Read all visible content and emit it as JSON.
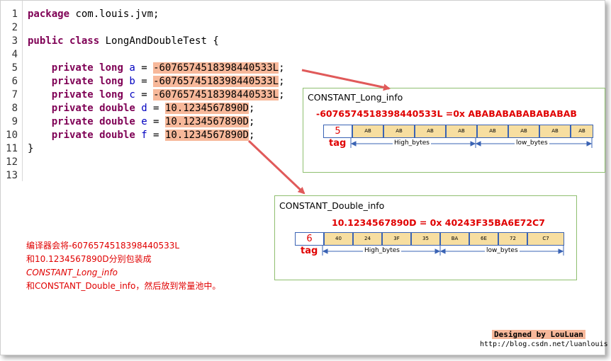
{
  "code": {
    "line_numbers": [
      "1",
      "2",
      "3",
      "4",
      "5",
      "6",
      "7",
      "8",
      "9",
      "10",
      "11",
      "12",
      "13"
    ],
    "l1_kw": "package",
    "l1_rest": " com.louis.jvm;",
    "l3_kw1": "public",
    "l3_kw2": "class",
    "l3_rest": " LongAndDoubleTest {",
    "private": "private",
    "long": "long",
    "double": "double",
    "var_a": "a",
    "var_b": "b",
    "var_c": "c",
    "var_d": "d",
    "var_e": "e",
    "var_f": "f",
    "eq": " = ",
    "semi": ";",
    "long_value": "-6076574518398440533L",
    "double_value": "10.1234567890D",
    "close_brace": "}"
  },
  "long_box": {
    "title": "CONSTANT_Long_info",
    "value_line": "-6076574518398440533L =0x ABABABABABABABAB",
    "tag_value": "5",
    "bytes": [
      "AB",
      "AB",
      "AB",
      "AB",
      "AB",
      "AB",
      "AB",
      "AB"
    ],
    "tag_label": "tag",
    "high_label": "High_bytes",
    "low_label": "low_bytes"
  },
  "double_box": {
    "title": "CONSTANT_Double_info",
    "value_line": "10.1234567890D = 0x 40243F35BA6E72C7",
    "tag_value": "6",
    "bytes": [
      "40",
      "24",
      "3F",
      "35",
      "BA",
      "6E",
      "72",
      "C7"
    ],
    "tag_label": "tag",
    "high_label": "High_bytes",
    "low_label": "low_bytes"
  },
  "note": {
    "line1": "编译器会将-6076574518398440533L",
    "line2": "和10.1234567890D分别包装成",
    "line3": "CONSTANT_Long_info",
    "line4": "和CONSTANT_Double_info，然后放到常量池中。"
  },
  "credit": {
    "designed_by": "Designed by LouLuan",
    "url": "http://blog.csdn.net/luanlouis"
  },
  "colors": {
    "highlight": "#f7b89a",
    "byte_fill": "#f7dea0",
    "cell_border": "#3a63b4",
    "red_text": "#e00000",
    "box_border": "#8fbf6f",
    "keyword": "#7f0055",
    "arrow": "#e05a5a"
  }
}
